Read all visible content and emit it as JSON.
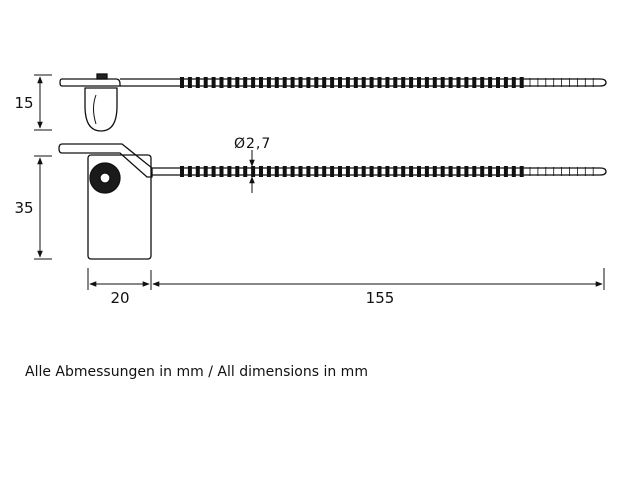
{
  "dimensions": {
    "top_height": "15",
    "tag_height": "35",
    "tag_width": "20",
    "strap_length": "155",
    "strap_diameter": "Ø2,7"
  },
  "note": "Alle Abmessungen in mm / All dimensions in mm"
}
